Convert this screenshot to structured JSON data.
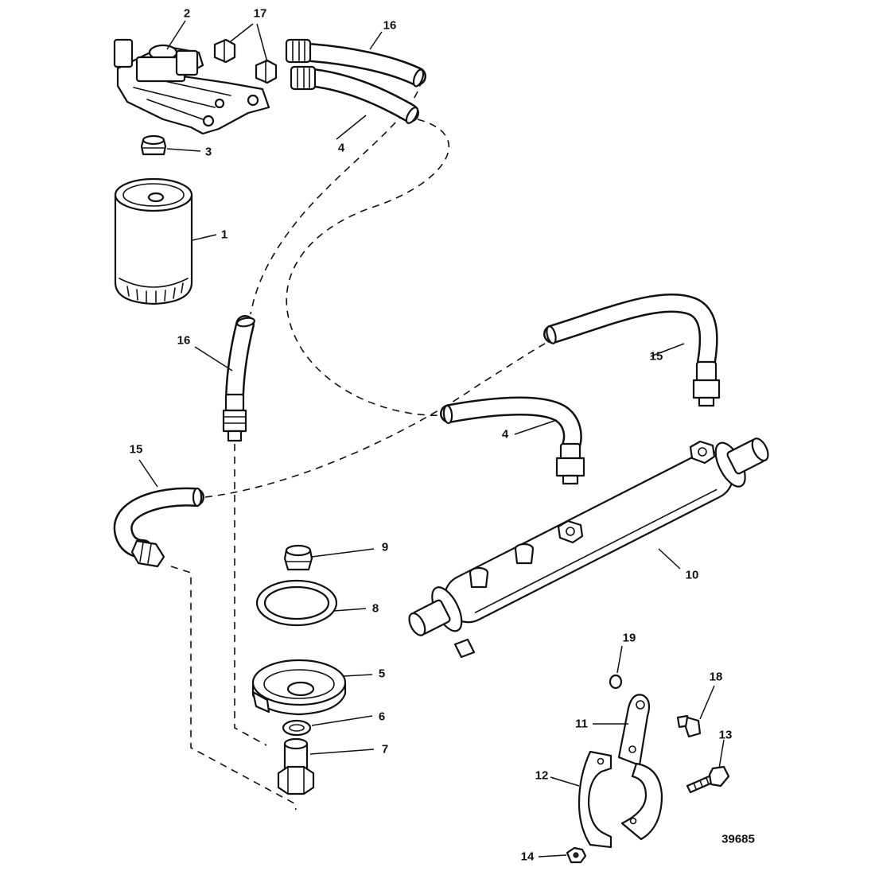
{
  "callouts": {
    "c1": "1",
    "c2": "2",
    "c3": "3",
    "c4a": "4",
    "c4b": "4",
    "c5": "5",
    "c6": "6",
    "c7": "7",
    "c8": "8",
    "c9": "9",
    "c10": "10",
    "c11": "11",
    "c12": "12",
    "c13": "13",
    "c14": "14",
    "c15a": "15",
    "c15b": "15",
    "c16a": "16",
    "c16b": "16",
    "c17": "17",
    "c18": "18",
    "c19": "19"
  },
  "figure_number": "39685"
}
